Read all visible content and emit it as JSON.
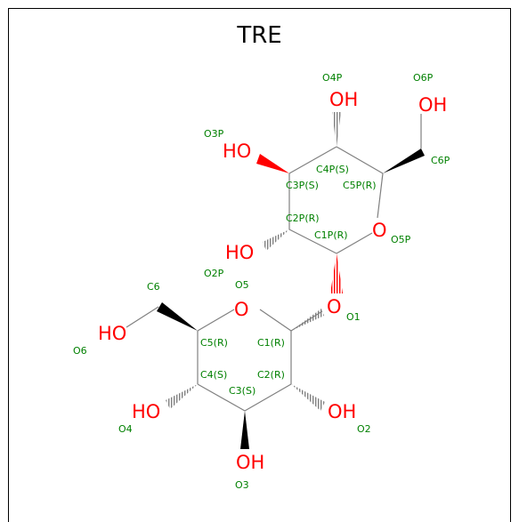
{
  "title": "TRE",
  "colors": {
    "oxygen": "#ff0000",
    "atom_label": "#008000",
    "bond": "#808080",
    "wedge": "#000000"
  },
  "oxygen_labels": {
    "o4p": "OH",
    "o6p": "OH",
    "o3p": "HO",
    "o5p": "O",
    "o2p": "HO",
    "o1": "O",
    "o5": "O",
    "o6": "HO",
    "o4": "HO",
    "o2": "OH",
    "o3": "OH"
  },
  "atom_names": {
    "O4P": "O4P",
    "O6P": "O6P",
    "O3P": "O3P",
    "C6P": "C6P",
    "O5P": "O5P",
    "O2P": "O2P",
    "C6": "C6",
    "O5": "O5",
    "O1": "O1",
    "O6": "O6",
    "O4": "O4",
    "O2": "O2",
    "O3": "O3"
  },
  "ring_labels": {
    "C4P": "C4P(S)",
    "C3P": "C3P(S)",
    "C5P": "C5P(R)",
    "C2P": "C2P(R)",
    "C1P": "C1P(R)",
    "C5": "C5(R)",
    "C1": "C1(R)",
    "C4": "C4(S)",
    "C2": "C2(R)",
    "C3": "C3(S)"
  }
}
